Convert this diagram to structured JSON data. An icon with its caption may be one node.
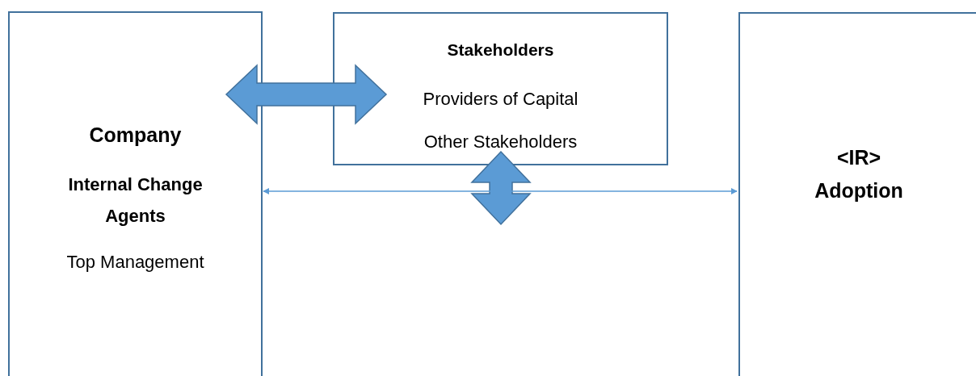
{
  "diagram": {
    "nodes": [
      {
        "text": [
          "Company",
          "Internal Change Agents",
          "Top Management"
        ]
      },
      {
        "text": [
          "Stakeholders",
          "Providers of Capital",
          "Other Stakeholders"
        ]
      },
      {
        "text": [
          "<IR> Adoption"
        ]
      }
    ],
    "edges": [
      {
        "from": 0,
        "to": 1,
        "arrow": "both",
        "style": "thick"
      },
      {
        "from": 1,
        "to": null,
        "arrow": "both",
        "style": "thick"
      },
      {
        "from": 0,
        "to": 2,
        "arrow": "both"
      }
    ]
  }
}
